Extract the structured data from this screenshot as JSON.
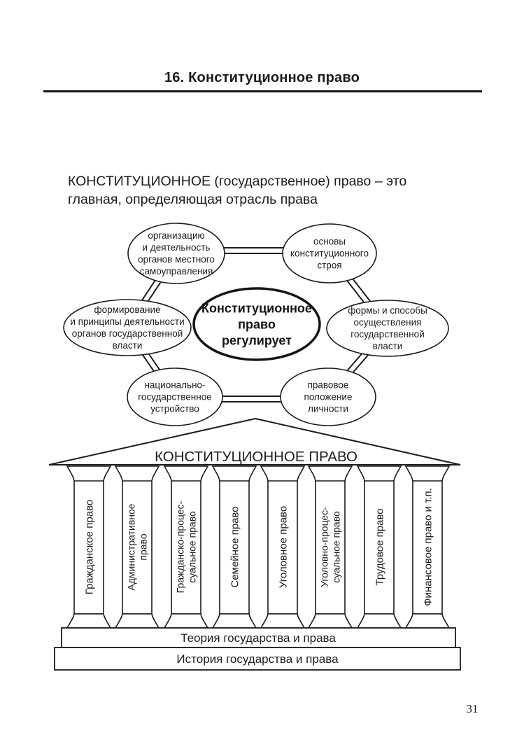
{
  "page": {
    "header": {
      "title": "16. Конституционное право"
    },
    "intro": {
      "line1": "КОНСТИТУЦИОННОЕ (государственное) право – это",
      "line2": "главная, определяющая отрасль права"
    },
    "page_number": "31"
  },
  "hub": {
    "center": {
      "line1": "Конституционное",
      "line2": "право",
      "line3": "регулирует"
    },
    "top_left": {
      "line1": "организацию",
      "line2": "и деятельность",
      "line3": "органов местного",
      "line4": "самоуправления"
    },
    "top_right": {
      "line1": "основы",
      "line2": "конституционного",
      "line3": "строя"
    },
    "mid_left": {
      "line1": "формирование",
      "line2": "и принципы деятельности",
      "line3": "органов государственной",
      "line4": "власти"
    },
    "mid_right": {
      "line1": "формы и способы",
      "line2": "осуществления",
      "line3": "государственной",
      "line4": "власти"
    },
    "bottom_left": {
      "line1": "национально-",
      "line2": "государственное",
      "line3": "устройство"
    },
    "bottom_right": {
      "line1": "правовое",
      "line2": "положение",
      "line3": "личности"
    }
  },
  "temple": {
    "pediment_label": "КОНСТИТУЦИОННОЕ ПРАВО",
    "columns": [
      {
        "line1": "Гражданское право"
      },
      {
        "line1": "Административное",
        "line2": "право"
      },
      {
        "line1": "Гражданско-процес-",
        "line2": "суальное право"
      },
      {
        "line1": "Семейное право"
      },
      {
        "line1": "Уголовное право"
      },
      {
        "line1": "Уголовно-процес-",
        "line2": "суальное право"
      },
      {
        "line1": "Трудовое право"
      },
      {
        "line1": "Финансовое право и т.п."
      }
    ],
    "stylobate_top": "Теория государства и права",
    "stylobate_bottom": "История государства и права"
  },
  "colors": {
    "ink": "#1c1c1c",
    "paper": "#ffffff"
  }
}
